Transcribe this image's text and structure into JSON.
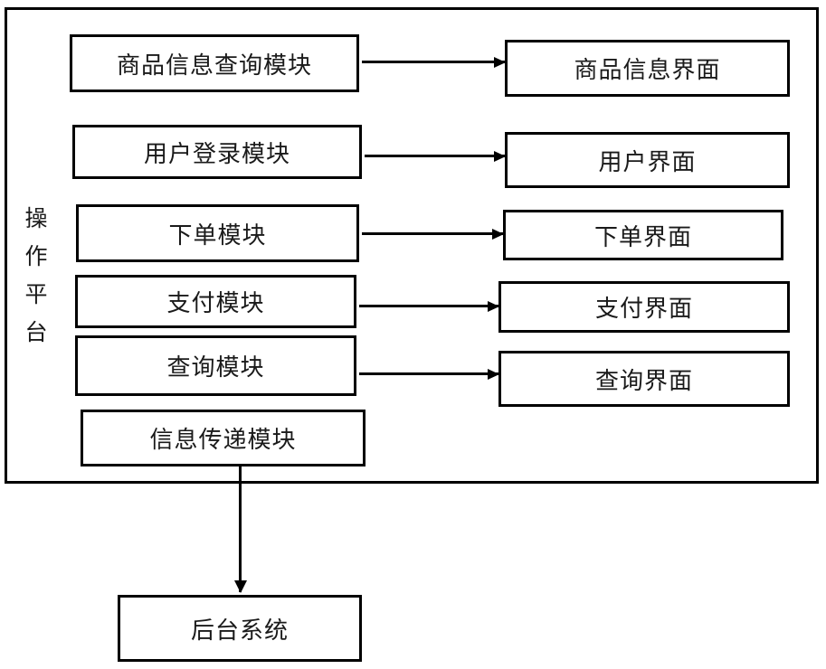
{
  "diagram": {
    "platform": {
      "label_chars": [
        "操",
        "作",
        "平",
        "台"
      ],
      "label_full": "操作平台"
    },
    "modules": [
      {
        "id": "product-info-query",
        "label": "商品信息查询模块"
      },
      {
        "id": "user-login",
        "label": "用户登录模块"
      },
      {
        "id": "place-order",
        "label": "下单模块"
      },
      {
        "id": "payment",
        "label": "支付模块"
      },
      {
        "id": "query",
        "label": "查询模块"
      },
      {
        "id": "info-transfer",
        "label": "信息传递模块"
      }
    ],
    "interfaces": [
      {
        "id": "product-info-ui",
        "label": "商品信息界面"
      },
      {
        "id": "user-ui",
        "label": "用户界面"
      },
      {
        "id": "place-order-ui",
        "label": "下单界面"
      },
      {
        "id": "payment-ui",
        "label": "支付界面"
      },
      {
        "id": "query-ui",
        "label": "查询界面"
      }
    ],
    "backend": {
      "id": "backend-system",
      "label": "后台系统"
    },
    "colors": {
      "stroke": "#000000",
      "text": "#1a1a1a",
      "background": "#ffffff"
    }
  }
}
